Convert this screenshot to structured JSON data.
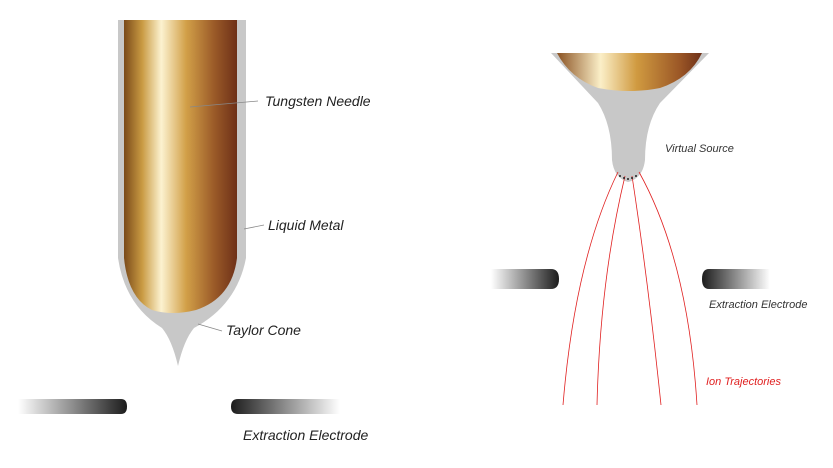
{
  "left_panel": {
    "labels": {
      "tungsten_needle": "Tungsten Needle",
      "liquid_metal": "Liquid Metal",
      "taylor_cone": "Taylor Cone",
      "extraction_electrode": "Extraction Electrode"
    }
  },
  "right_panel": {
    "labels": {
      "virtual_source": "Virtual Source",
      "extraction_electrode": "Extraction Electrode",
      "ion_trajectories": "Ion Trajectories"
    }
  },
  "colors": {
    "metal_film": "#c8c8c8",
    "needle_dark": "#7a3a1c",
    "needle_mid": "#c08a32",
    "needle_light": "#fbefc8",
    "electrode_dark": "#1c1c1c",
    "ion_trajectory": "#e02020",
    "ion_label": "#e02020"
  }
}
